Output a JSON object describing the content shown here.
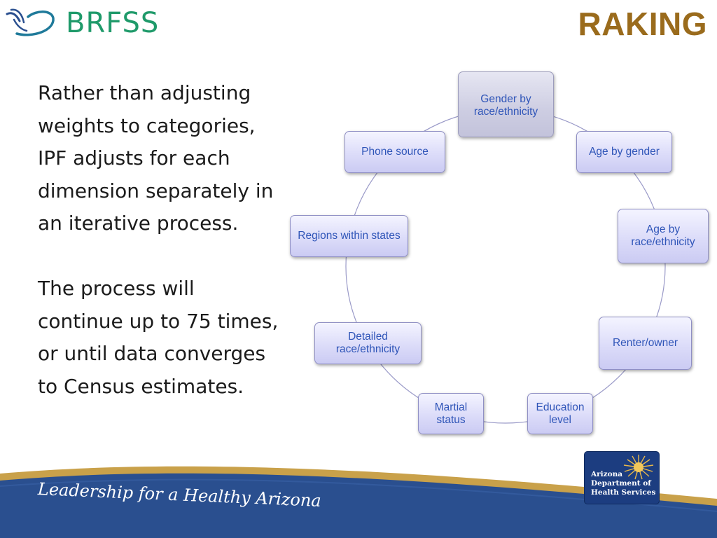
{
  "header": {
    "logo_text": "BRFSS",
    "logo_icon": "bird-swoosh-icon",
    "title": "RAKING"
  },
  "body": {
    "paragraph_1": "Rather than adjusting weights to categories, IPF adjusts for each dimension separately in an iterative process.",
    "paragraph_2": "The process will continue up to 75 times, or until data converges to Census estimates."
  },
  "diagram": {
    "type": "cycle",
    "nodes": [
      {
        "label": "Gender by race/ethnicity"
      },
      {
        "label": "Age by gender"
      },
      {
        "label": "Age by race/ethnicity"
      },
      {
        "label": "Renter/owner"
      },
      {
        "label": "Education level"
      },
      {
        "label": "Martial status"
      },
      {
        "label": "Detailed race/ethnicity"
      },
      {
        "label": "Regions within states"
      },
      {
        "label": "Phone source"
      }
    ],
    "colors": {
      "node_text": "#2f55b8",
      "connector": "#9a9ac8"
    }
  },
  "footer": {
    "tagline": "Leadership for a Healthy Arizona",
    "agency": "Arizona Department of Health Services",
    "agency_icon": "sunburst-icon"
  },
  "colors": {
    "title": "#9a6b1c",
    "logo": "#1f9a6a",
    "footer_band": "#2a4f8f",
    "footer_stripe": "#c9a14a"
  }
}
